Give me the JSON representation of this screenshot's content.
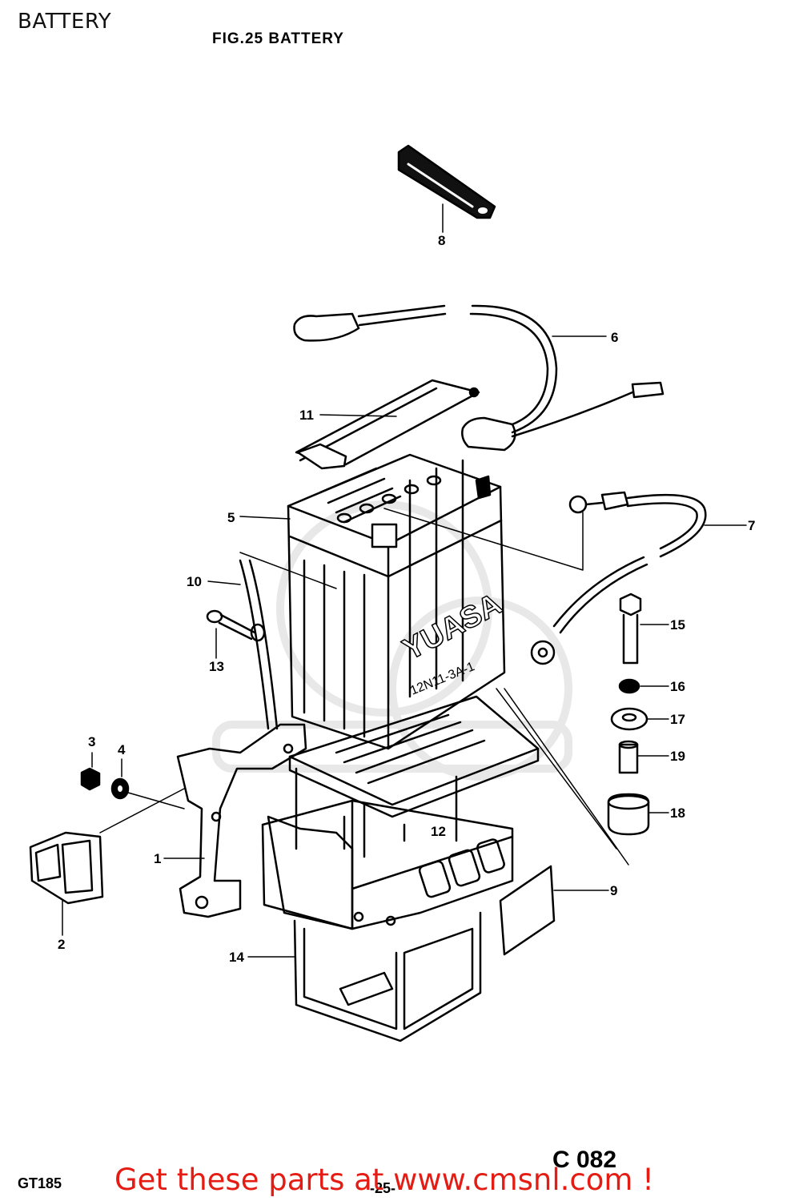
{
  "page_title": "BATTERY",
  "figure_title": "FIG.25  BATTERY",
  "footer": {
    "drawing_code": "GT185",
    "page_number": "-25-",
    "sheet_code": "C  082",
    "promo_text": "Get these parts at www.cmsnl.com !"
  },
  "battery_markings": {
    "brand": "YUASA",
    "model": "12N11-3A-1"
  },
  "callouts": [
    "1",
    "2",
    "3",
    "4",
    "5",
    "6",
    "7",
    "8",
    "9",
    "10",
    "11",
    "12",
    "13",
    "14",
    "15",
    "16",
    "17",
    "18",
    "19"
  ]
}
